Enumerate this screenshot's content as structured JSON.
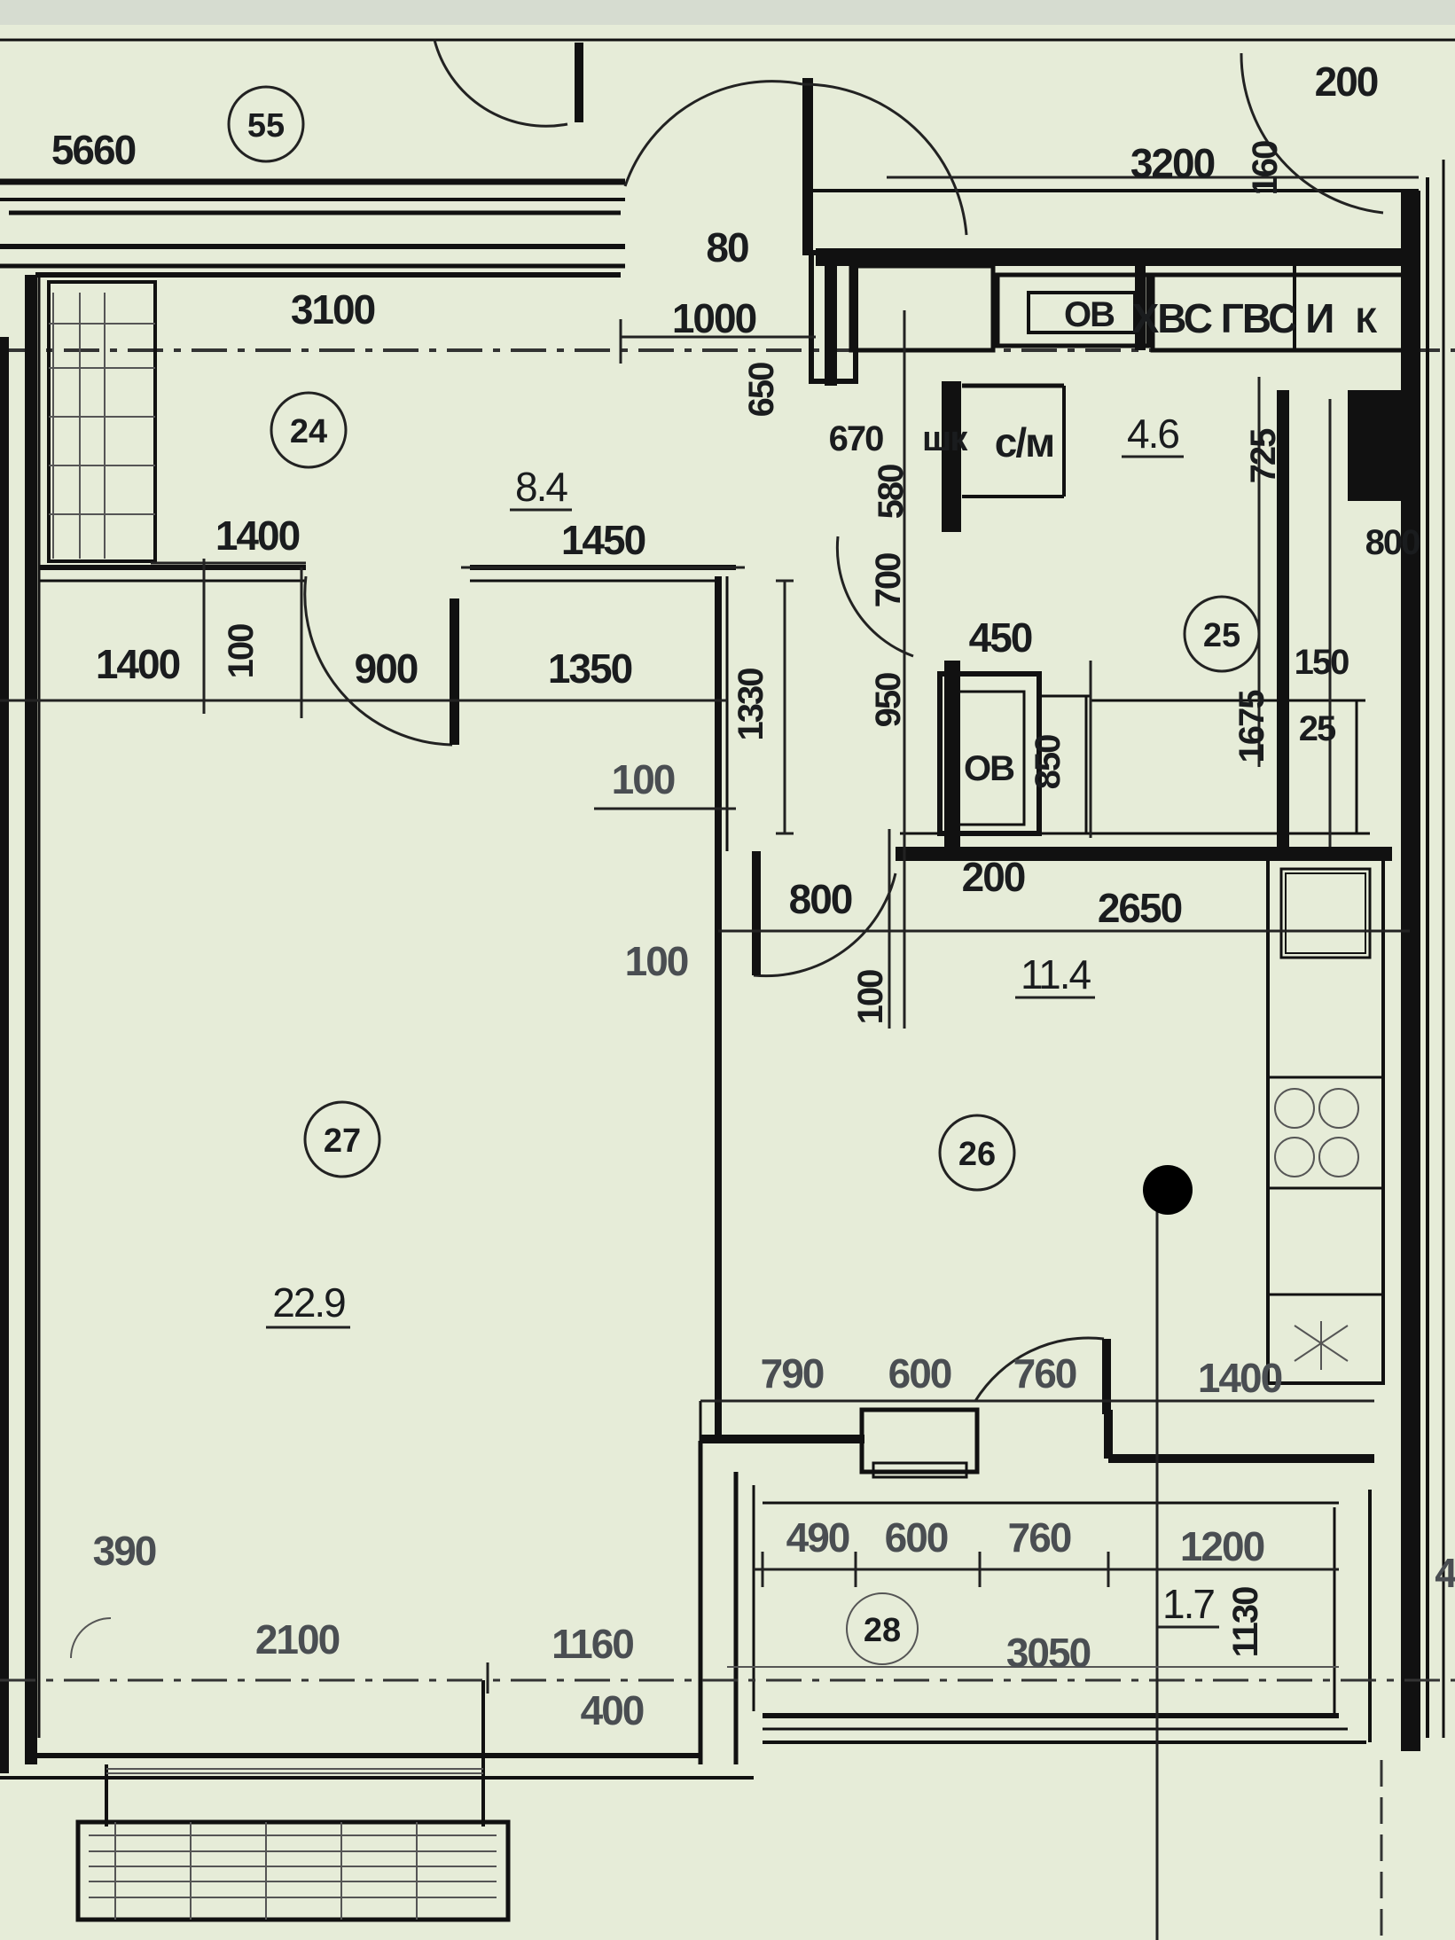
{
  "plan": {
    "colors": {
      "background": "#e6ecd8",
      "ink": "#111111",
      "marker": "#000000"
    },
    "rooms": [
      {
        "id": "room-24",
        "number": "24",
        "area": "8.4"
      },
      {
        "id": "room-25",
        "number": "25",
        "area": "4.6"
      },
      {
        "id": "room-26",
        "number": "26",
        "area": "11.4"
      },
      {
        "id": "room-27",
        "number": "27",
        "area": "22.9"
      },
      {
        "id": "room-28",
        "number": "28",
        "area": "1.7"
      },
      {
        "id": "room-55",
        "number": "55",
        "area": ""
      }
    ],
    "dimensions": {
      "d5660": "5660",
      "d3200": "3200",
      "d200_top": "200",
      "d160": "160",
      "d80": "80",
      "d3100": "3100",
      "d1000": "1000",
      "d650": "650",
      "d670": "670",
      "d580": "580",
      "d725": "725",
      "d1400_a": "1400",
      "d1450": "1450",
      "d1400_b": "1400",
      "d100_a": "100",
      "d900": "900",
      "d1350": "1350",
      "d1330": "1330",
      "d700": "700",
      "d950": "950",
      "d450": "450",
      "d150": "150",
      "d1675": "1675",
      "d25": "25",
      "d850": "850",
      "d100_b": "100",
      "d800": "800",
      "d200_mid": "200",
      "d2650": "2650",
      "d100_c": "100",
      "d100_d": "100",
      "d790": "790",
      "d600_a": "600",
      "d760_a": "760",
      "d1400_c": "1400",
      "d490": "490",
      "d600_b": "600",
      "d760_b": "760",
      "d1200": "1200",
      "d1130": "1130",
      "d390": "390",
      "d2100": "2100",
      "d1160": "1160",
      "d400": "400",
      "d3050": "3050",
      "d800_small": "800"
    },
    "labels": {
      "ov_top": "ОВ",
      "risers": "ХВС ГВС И",
      "riser_k": "К",
      "washer": "с/м",
      "ov_bath": "ОВ",
      "shk_suffix": "шк",
      "edge_4": "4"
    }
  }
}
